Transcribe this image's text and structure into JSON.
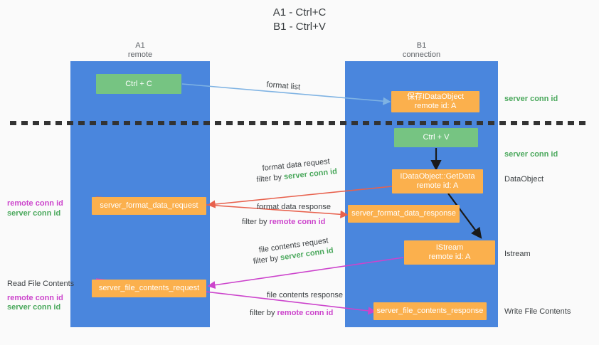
{
  "title": {
    "line1": "A1 - Ctrl+C",
    "line2": "B1 - Ctrl+V"
  },
  "columns": [
    {
      "name": "A1",
      "sub": "remote"
    },
    {
      "name": "B1",
      "sub": "connection"
    }
  ],
  "boxes": {
    "ctrl_c": "Ctrl + C",
    "ctrl_v": "Ctrl + V",
    "save_idataobject_l1": "保存IDataObject",
    "save_idataobject_l2": "remote id: A",
    "getdata_l1": "IDataObject::GetData",
    "getdata_l2": "remote id: A",
    "istream_l1": "IStream",
    "istream_l2": "remote id: A",
    "server_format_data_request": "server_format_data_request",
    "server_format_data_response": "server_format_data_response",
    "server_file_contents_request": "server_file_contents_request",
    "server_file_contents_response": "server_file_contents_response"
  },
  "right_labels": {
    "server_conn_id_1": "server conn id",
    "server_conn_id_2": "server conn id",
    "dataobject": "DataObject",
    "istream": "Istream",
    "write_file_contents": "Write File Contents"
  },
  "left_labels": {
    "remote_conn_id_1": "remote conn id",
    "server_conn_id_1": "server conn id",
    "read_file_contents": "Read File Contents",
    "remote_conn_id_2": "remote conn id",
    "server_conn_id_2": "server conn id"
  },
  "arrow_labels": {
    "format_list": "format list",
    "format_data_request": "format data request",
    "format_data_request_filter_prefix": "filter by ",
    "format_data_request_filter_key": "server conn id",
    "format_data_response": "format data response",
    "format_data_response_filter_prefix": "filter by ",
    "format_data_response_filter_key": "remote conn id",
    "file_contents_request": "file contents request",
    "file_contents_request_filter_prefix": "filter by ",
    "file_contents_request_filter_key": "server conn id",
    "file_contents_response": "file contents response",
    "file_contents_response_filter_prefix": "filter by ",
    "file_contents_response_filter_key": "remote conn id"
  },
  "colors": {
    "column_blue": "#4a86dd",
    "box_green": "#76c482",
    "box_orange": "#fbb04d",
    "text_green": "#4aa85c",
    "text_magenta": "#cc44cc",
    "arrow_lightblue": "#7fb3e3",
    "arrow_red": "#e8614d",
    "arrow_magenta": "#cc44cc",
    "arrow_black": "#1a1a1a",
    "background": "#fafafa"
  }
}
